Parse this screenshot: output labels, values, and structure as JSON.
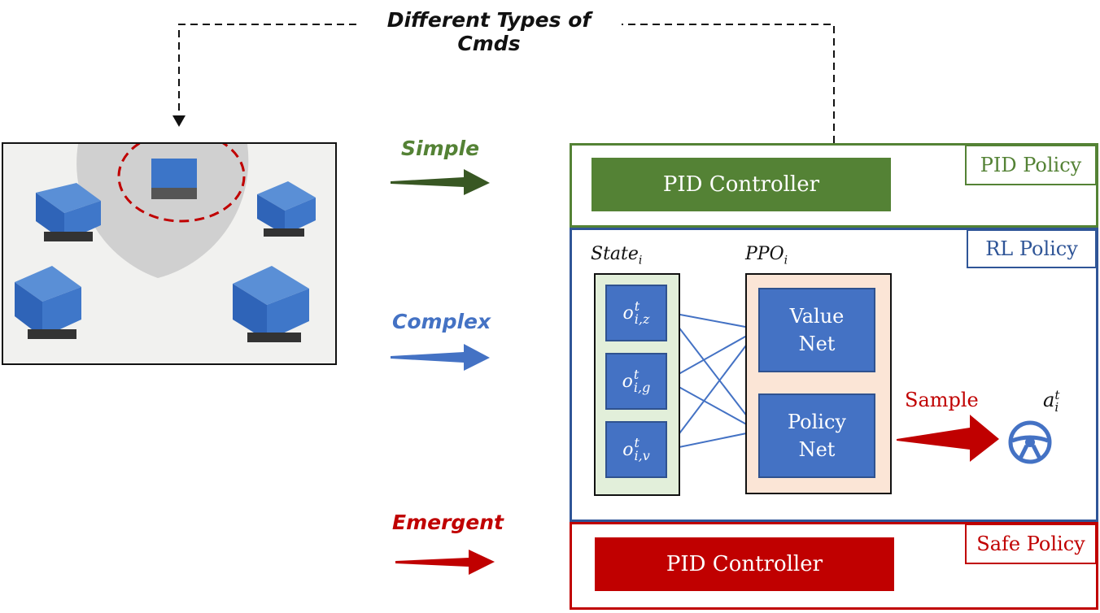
{
  "header": {
    "title": "Different Types of Cmds"
  },
  "commands": {
    "simple": "Simple",
    "complex": "Complex",
    "emergent": "Emergent"
  },
  "pid_policy": {
    "tag": "PID Policy",
    "controller": "PID Controller"
  },
  "rl_policy": {
    "tag": "RL Policy",
    "state_label": "State",
    "state_sub": "i",
    "ppo_label": "PPO",
    "ppo_sub": "i",
    "observations": [
      {
        "base": "o",
        "sup": "t",
        "sub": "i,z"
      },
      {
        "base": "o",
        "sup": "t",
        "sub": "i,g"
      },
      {
        "base": "o",
        "sup": "t",
        "sub": "i,v"
      }
    ],
    "value_net": [
      "Value",
      "Net"
    ],
    "policy_net": [
      "Policy",
      "Net"
    ],
    "sample": "Sample",
    "action": {
      "base": "a",
      "sup": "t",
      "sub": "i"
    }
  },
  "safe_policy": {
    "tag": "Safe Policy",
    "controller": "PID Controller"
  },
  "colors": {
    "green": "#548235",
    "blue": "#4472c4",
    "red": "#c00000",
    "dark_green": "#385723",
    "state_fill": "#e2efda",
    "ppo_fill": "#fbe5d6"
  }
}
